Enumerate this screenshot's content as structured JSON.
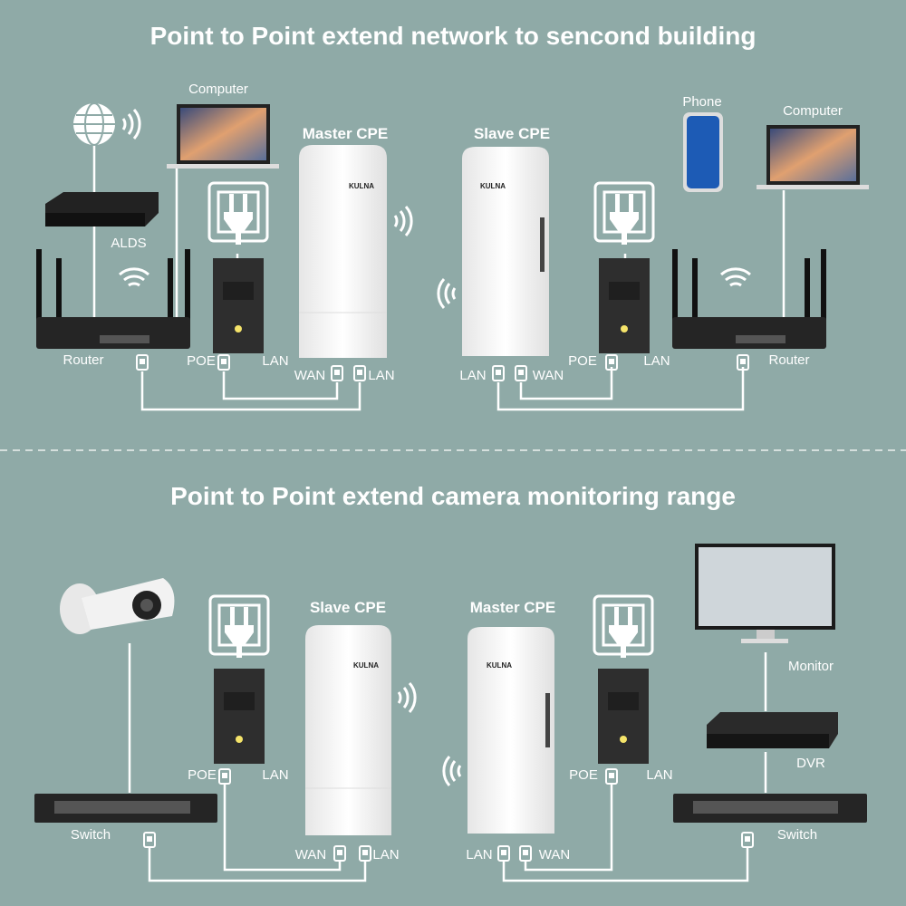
{
  "top": {
    "title": "Point to Point extend network to sencond building",
    "computer_left": "Computer",
    "master_cpe": "Master CPE",
    "slave_cpe": "Slave CPE",
    "phone": "Phone",
    "computer_right": "Computer",
    "alds": "ALDS",
    "router_left": "Router",
    "poe_left": "POE",
    "lan_left": "LAN",
    "wan_master": "WAN",
    "lan_master": "LAN",
    "lan_slave": "LAN",
    "wan_slave": "WAN",
    "poe_right": "POE",
    "lan_right": "LAN",
    "router_right": "Router"
  },
  "bottom": {
    "title": "Point to Point extend camera monitoring range",
    "slave_cpe": "Slave CPE",
    "master_cpe": "Master CPE",
    "monitor": "Monitor",
    "dvr": "DVR",
    "poe_left": "POE",
    "lan_left": "LAN",
    "poe_right": "POE",
    "lan_right": "LAN",
    "switch_left": "Switch",
    "switch_right": "Switch",
    "wan_slave": "WAN",
    "lan_slave": "LAN",
    "lan_master": "LAN",
    "wan_master": "WAN"
  },
  "brand": "KULNA",
  "colors": {
    "background": "#8faaa7",
    "cable": "#ffffff",
    "device_dark": "#2b2b2b",
    "cpe_white": "#f4f4f4"
  }
}
